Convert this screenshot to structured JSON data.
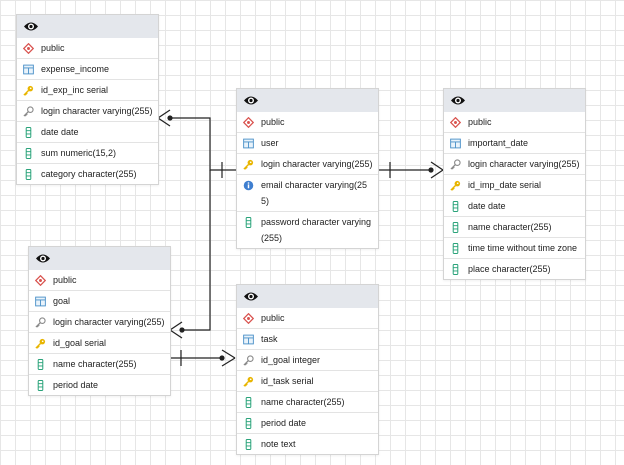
{
  "entities": {
    "expense_income": {
      "schema": "public",
      "table": "expense_income",
      "columns": [
        {
          "icon": "primary-key-icon",
          "text": "id_exp_inc serial"
        },
        {
          "icon": "foreign-key-icon",
          "text": "login character varying(255)"
        },
        {
          "icon": "column-icon",
          "text": "date date"
        },
        {
          "icon": "column-icon",
          "text": "sum numeric(15,2)"
        },
        {
          "icon": "column-icon",
          "text": "category character(255)"
        }
      ]
    },
    "user": {
      "schema": "public",
      "table": "user",
      "columns": [
        {
          "icon": "primary-key-icon",
          "text": "login character varying(255)"
        },
        {
          "icon": "unique-key-icon",
          "text": "email character varying(255)"
        },
        {
          "icon": "column-icon",
          "text": "password character varying(255)"
        }
      ]
    },
    "important_date": {
      "schema": "public",
      "table": "important_date",
      "columns": [
        {
          "icon": "foreign-key-icon",
          "text": "login character varying(255)"
        },
        {
          "icon": "primary-key-icon",
          "text": "id_imp_date serial"
        },
        {
          "icon": "column-icon",
          "text": "date date"
        },
        {
          "icon": "column-icon",
          "text": "name character(255)"
        },
        {
          "icon": "column-icon",
          "text": "time time without time zone"
        },
        {
          "icon": "column-icon",
          "text": "place character(255)"
        }
      ]
    },
    "goal": {
      "schema": "public",
      "table": "goal",
      "columns": [
        {
          "icon": "foreign-key-icon",
          "text": "login character varying(255)"
        },
        {
          "icon": "primary-key-icon",
          "text": "id_goal serial"
        },
        {
          "icon": "column-icon",
          "text": "name character(255)"
        },
        {
          "icon": "column-icon",
          "text": "period date"
        }
      ]
    },
    "task": {
      "schema": "public",
      "table": "task",
      "columns": [
        {
          "icon": "foreign-key-icon",
          "text": "id_goal integer"
        },
        {
          "icon": "primary-key-icon",
          "text": "id_task serial"
        },
        {
          "icon": "column-icon",
          "text": "name character(255)"
        },
        {
          "icon": "column-icon",
          "text": "period date"
        },
        {
          "icon": "column-icon",
          "text": "note text"
        }
      ]
    }
  },
  "relationships": [
    {
      "from": "user.login",
      "to": "expense_income.login"
    },
    {
      "from": "user.login",
      "to": "goal.login"
    },
    {
      "from": "user.login",
      "to": "important_date.login"
    },
    {
      "from": "goal.id_goal",
      "to": "task.id_goal"
    }
  ],
  "colors": {
    "grid": "#e6e6e6",
    "header": "#e4e7ec",
    "border": "#d4d4d4",
    "schema_icon": "#d9534f",
    "table_icon": "#4a90c8",
    "key_icon": "#e8b500",
    "fk_icon": "#8a8a8a",
    "column_icon": "#2aa37a",
    "unique_icon": "#3f7fd0",
    "line": "#222222"
  }
}
